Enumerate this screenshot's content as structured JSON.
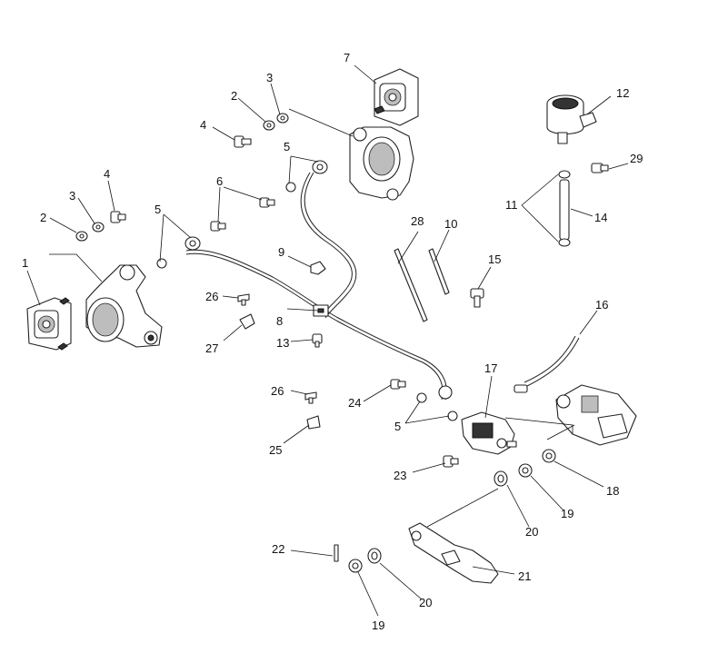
{
  "callouts": [
    {
      "id": "c1",
      "text": "1"
    },
    {
      "id": "c2a",
      "text": "2"
    },
    {
      "id": "c2b",
      "text": "2"
    },
    {
      "id": "c3a",
      "text": "3"
    },
    {
      "id": "c3b",
      "text": "3"
    },
    {
      "id": "c4a",
      "text": "4"
    },
    {
      "id": "c4b",
      "text": "4"
    },
    {
      "id": "c5a",
      "text": "5"
    },
    {
      "id": "c5b",
      "text": "5"
    },
    {
      "id": "c5c",
      "text": "5"
    },
    {
      "id": "c6",
      "text": "6"
    },
    {
      "id": "c7",
      "text": "7"
    },
    {
      "id": "c8",
      "text": "8"
    },
    {
      "id": "c9",
      "text": "9"
    },
    {
      "id": "c10",
      "text": "10"
    },
    {
      "id": "c11",
      "text": "11"
    },
    {
      "id": "c12",
      "text": "12"
    },
    {
      "id": "c13",
      "text": "13"
    },
    {
      "id": "c14",
      "text": "14"
    },
    {
      "id": "c15",
      "text": "15"
    },
    {
      "id": "c16",
      "text": "16"
    },
    {
      "id": "c17",
      "text": "17"
    },
    {
      "id": "c18",
      "text": "18"
    },
    {
      "id": "c19a",
      "text": "19"
    },
    {
      "id": "c19b",
      "text": "19"
    },
    {
      "id": "c20a",
      "text": "20"
    },
    {
      "id": "c20b",
      "text": "20"
    },
    {
      "id": "c21",
      "text": "21"
    },
    {
      "id": "c22",
      "text": "22"
    },
    {
      "id": "c23",
      "text": "23"
    },
    {
      "id": "c24",
      "text": "24"
    },
    {
      "id": "c25",
      "text": "25"
    },
    {
      "id": "c26a",
      "text": "26"
    },
    {
      "id": "c26b",
      "text": "26"
    },
    {
      "id": "c27",
      "text": "27"
    },
    {
      "id": "c28",
      "text": "28"
    },
    {
      "id": "c29",
      "text": "29"
    }
  ]
}
